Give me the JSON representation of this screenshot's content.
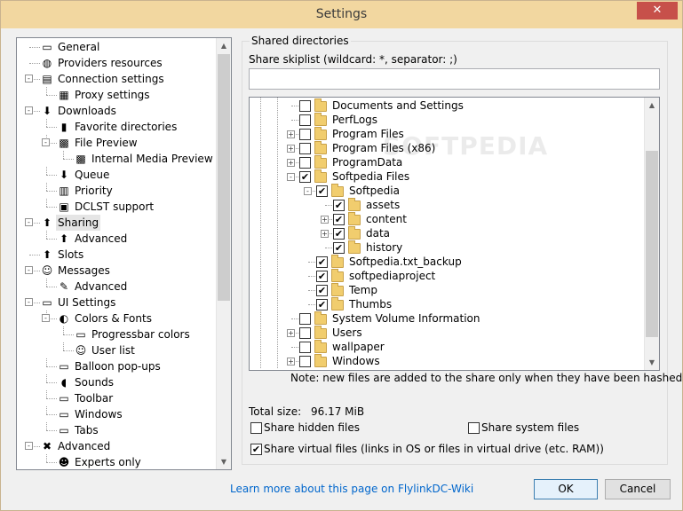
{
  "window": {
    "title": "Settings",
    "close_glyph": "✕"
  },
  "nav": {
    "items": [
      {
        "label": "General",
        "icon": "page-icon",
        "glyph": "▭"
      },
      {
        "label": "Providers resources",
        "icon": "globe-icon",
        "glyph": "◍"
      },
      {
        "label": "Connection settings",
        "icon": "network-icon",
        "glyph": "▤"
      },
      {
        "label": "Proxy settings",
        "icon": "proxy-icon",
        "glyph": "▦"
      },
      {
        "label": "Downloads",
        "icon": "download-icon",
        "glyph": "⬇"
      },
      {
        "label": "Favorite directories",
        "icon": "favorites-icon",
        "glyph": "▮"
      },
      {
        "label": "File Preview",
        "icon": "film-icon",
        "glyph": "▩"
      },
      {
        "label": "Internal Media Preview",
        "icon": "film-icon",
        "glyph": "▩"
      },
      {
        "label": "Queue",
        "icon": "queue-icon",
        "glyph": "⬇"
      },
      {
        "label": "Priority",
        "icon": "priority-icon",
        "glyph": "▥"
      },
      {
        "label": "DCLST support",
        "icon": "dclst-icon",
        "glyph": "▣"
      },
      {
        "label": "Sharing",
        "icon": "sharing-icon",
        "glyph": "⬆"
      },
      {
        "label": "Advanced",
        "icon": "advanced-icon",
        "glyph": "⬆"
      },
      {
        "label": "Slots",
        "icon": "slots-icon",
        "glyph": "⬆"
      },
      {
        "label": "Messages",
        "icon": "user-icon",
        "glyph": "☺"
      },
      {
        "label": "Advanced",
        "icon": "chat-icon",
        "glyph": "✎"
      },
      {
        "label": "UI Settings",
        "icon": "window-icon",
        "glyph": "▭"
      },
      {
        "label": "Colors & Fonts",
        "icon": "palette-icon",
        "glyph": "◐"
      },
      {
        "label": "Progressbar colors",
        "icon": "progressbar-icon",
        "glyph": "▭"
      },
      {
        "label": "User list",
        "icon": "userlist-icon",
        "glyph": "☺"
      },
      {
        "label": "Balloon pop-ups",
        "icon": "balloon-icon",
        "glyph": "▭"
      },
      {
        "label": "Sounds",
        "icon": "speaker-icon",
        "glyph": "◖"
      },
      {
        "label": "Toolbar",
        "icon": "toolbar-icon",
        "glyph": "▭"
      },
      {
        "label": "Windows",
        "icon": "windows-icon",
        "glyph": "▭"
      },
      {
        "label": "Tabs",
        "icon": "tabs-icon",
        "glyph": "▭"
      },
      {
        "label": "Advanced",
        "icon": "tools-icon",
        "glyph": "✖"
      },
      {
        "label": "Experts only",
        "icon": "expert-icon",
        "glyph": "☻"
      }
    ]
  },
  "sharing": {
    "group_title": "Shared directories",
    "skiplist_label": "Share skiplist (wildcard: *, separator: ;)",
    "skiplist_value": "",
    "tree": [
      {
        "label": "Documents and Settings",
        "checked": false
      },
      {
        "label": "PerfLogs",
        "checked": false
      },
      {
        "label": "Program Files",
        "checked": false
      },
      {
        "label": "Program Files (x86)",
        "checked": false
      },
      {
        "label": "ProgramData",
        "checked": false
      },
      {
        "label": "Softpedia Files",
        "checked": true
      },
      {
        "label": "Softpedia",
        "checked": true
      },
      {
        "label": "assets",
        "checked": true
      },
      {
        "label": "content",
        "checked": true
      },
      {
        "label": "data",
        "checked": true
      },
      {
        "label": "history",
        "checked": true
      },
      {
        "label": "Softpedia.txt_backup",
        "checked": true
      },
      {
        "label": "softpediaproject",
        "checked": true
      },
      {
        "label": "Temp",
        "checked": true
      },
      {
        "label": "Thumbs",
        "checked": true
      },
      {
        "label": "System Volume Information",
        "checked": false
      },
      {
        "label": "Users",
        "checked": false
      },
      {
        "label": "wallpaper",
        "checked": false
      },
      {
        "label": "Windows",
        "checked": false
      }
    ],
    "note": "Note: new files are added to the share only when they have been hashed!",
    "total_size_label": "Total size:",
    "total_size_value": "96.17 MiB",
    "share_hidden": {
      "label": "Share hidden files",
      "checked": false
    },
    "share_system": {
      "label": "Share system files",
      "checked": false
    },
    "share_virtual": {
      "label": "Share virtual files (links in OS or files in virtual drive (etc. RAM))",
      "checked": true
    }
  },
  "footer": {
    "link": "Learn more about this page on FlylinkDC-Wiki",
    "ok": "OK",
    "cancel": "Cancel"
  },
  "scroll": {
    "up_glyph": "▲",
    "down_glyph": "▼"
  },
  "check_glyph": "✔",
  "watermark": "SOFTPEDIA"
}
